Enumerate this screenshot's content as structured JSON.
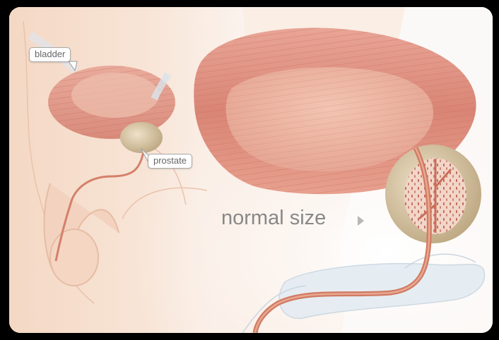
{
  "labels": {
    "bladder": "bladder",
    "prostate": "prostate",
    "caption": "normal size"
  },
  "colors": {
    "skin": "#f6dcc8",
    "muscle": "#d9847a",
    "prostate": "#dcc9a8",
    "urethra": "#c87862",
    "pelvis": "#dce6ee"
  }
}
